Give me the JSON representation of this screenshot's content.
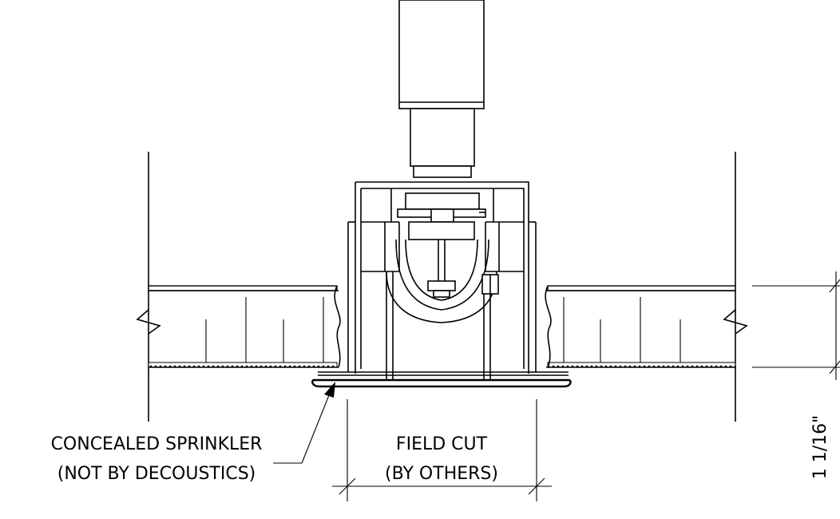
{
  "labels": {
    "callout_line1": "CONCEALED SPRINKLER",
    "callout_line2": "(NOT BY DECOUSTICS)",
    "field_cut_line1": "FIELD CUT",
    "field_cut_line2": "(BY OTHERS)",
    "thickness_dim": "1 1/16\""
  }
}
